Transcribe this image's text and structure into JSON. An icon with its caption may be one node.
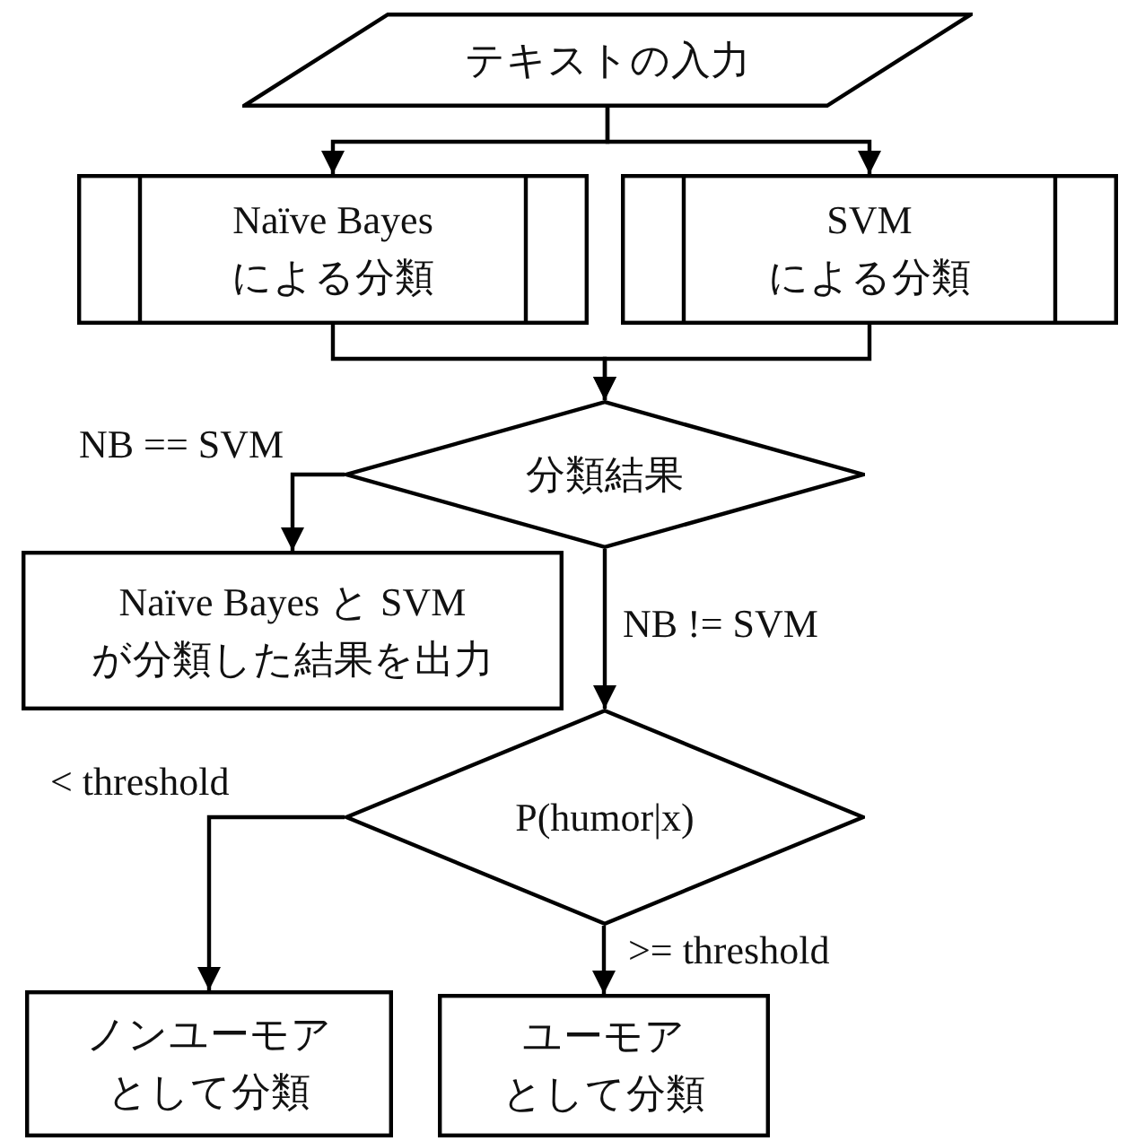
{
  "diagram": {
    "nodes": [
      {
        "text": [
          "テキストの入力"
        ]
      },
      {
        "text": [
          "Naïve Bayes による分類"
        ]
      },
      {
        "text": [
          "SVM による分類"
        ]
      },
      {
        "text": [
          "分類結果"
        ]
      },
      {
        "text": [
          "Naïve Bayes と SVM が分類した結果を出力"
        ]
      },
      {
        "text": [
          "P(humor|x)"
        ]
      },
      {
        "text": [
          "ノンユーモアとして分類"
        ]
      },
      {
        "text": [
          "ユーモアとして分類"
        ]
      }
    ],
    "edges": [
      {
        "from": 0,
        "to": 1,
        "arrow": "to"
      },
      {
        "from": 0,
        "to": 2,
        "arrow": "to"
      },
      {
        "from": 1,
        "to": 3,
        "arrow": "to"
      },
      {
        "from": 2,
        "to": 3,
        "arrow": "to"
      },
      {
        "from": 3,
        "to": 4,
        "arrow": "to",
        "label": "NB == SVM"
      },
      {
        "from": 3,
        "to": 5,
        "arrow": "to",
        "label": "NB != SVM"
      },
      {
        "from": 5,
        "to": 6,
        "arrow": "to",
        "label": "< threshold"
      },
      {
        "from": 5,
        "to": 7,
        "arrow": "to",
        "label": ">= threshold"
      }
    ]
  }
}
